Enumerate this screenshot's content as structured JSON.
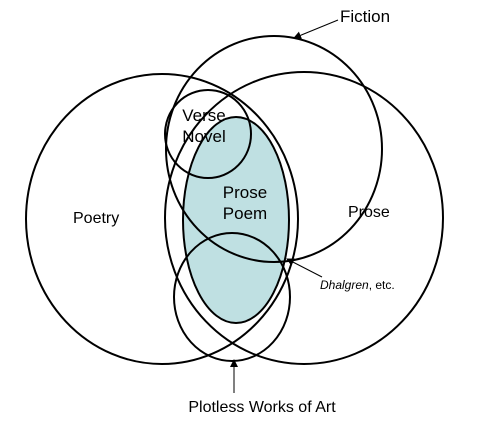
{
  "labels": {
    "fiction": "Fiction",
    "verse_novel_line1": "Verse",
    "verse_novel_line2": "Novel",
    "prose_poem_line1": "Prose",
    "prose_poem_line2": "Poem",
    "poetry": "Poetry",
    "prose": "Prose",
    "dhalgren_title": "Dhalgren",
    "dhalgren_suffix": ", etc.",
    "plotless": "Plotless Works of Art"
  },
  "colors": {
    "prose_poem_fill": "#bfe0e2",
    "outline": "#000000",
    "background": "#ffffff"
  }
}
